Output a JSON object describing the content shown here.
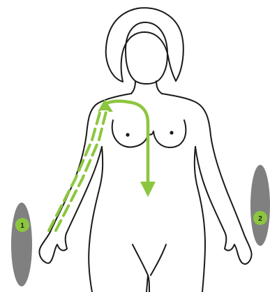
{
  "colors": {
    "arrow": "#8cc63f",
    "pad": "#808080",
    "badge_fill": "#8cc63f",
    "badge_text": "#1a1a1a",
    "outline": "#1a1a1a"
  },
  "electrodes": [
    {
      "id": "pad-1",
      "number": "1"
    },
    {
      "id": "pad-2",
      "number": "2"
    }
  ],
  "arrows": [
    {
      "id": "arm-upstroke",
      "style": "dashed",
      "direction": "up"
    },
    {
      "id": "chest-path",
      "style": "solid",
      "direction": "down"
    }
  ]
}
